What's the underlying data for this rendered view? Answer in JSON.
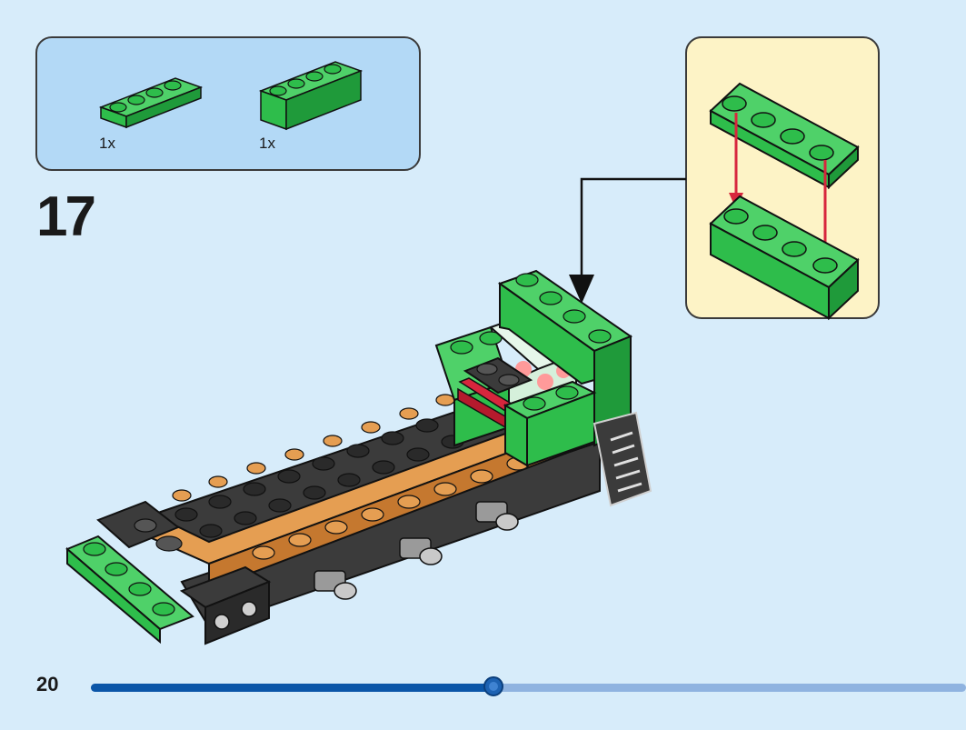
{
  "parts_list": {
    "items": [
      {
        "name": "plate-1x4-green",
        "quantity": "1x",
        "color": "#2ebd4b"
      },
      {
        "name": "brick-1x4-green",
        "quantity": "1x",
        "color": "#2ebd4b"
      }
    ]
  },
  "step": {
    "number": "17"
  },
  "page": {
    "number": "20",
    "progress": 0.46
  },
  "colors": {
    "background": "#d7ecfa",
    "parts_panel": "#b3d9f6",
    "callout_panel": "#fdf3c6",
    "brick_green": "#2ebd4b",
    "brick_black": "#3b3b3b",
    "brick_tan": "#e59e52",
    "arrow_red": "#d7263d",
    "progress_fill": "#0b56a8",
    "progress_track": "#8fb3e0"
  }
}
